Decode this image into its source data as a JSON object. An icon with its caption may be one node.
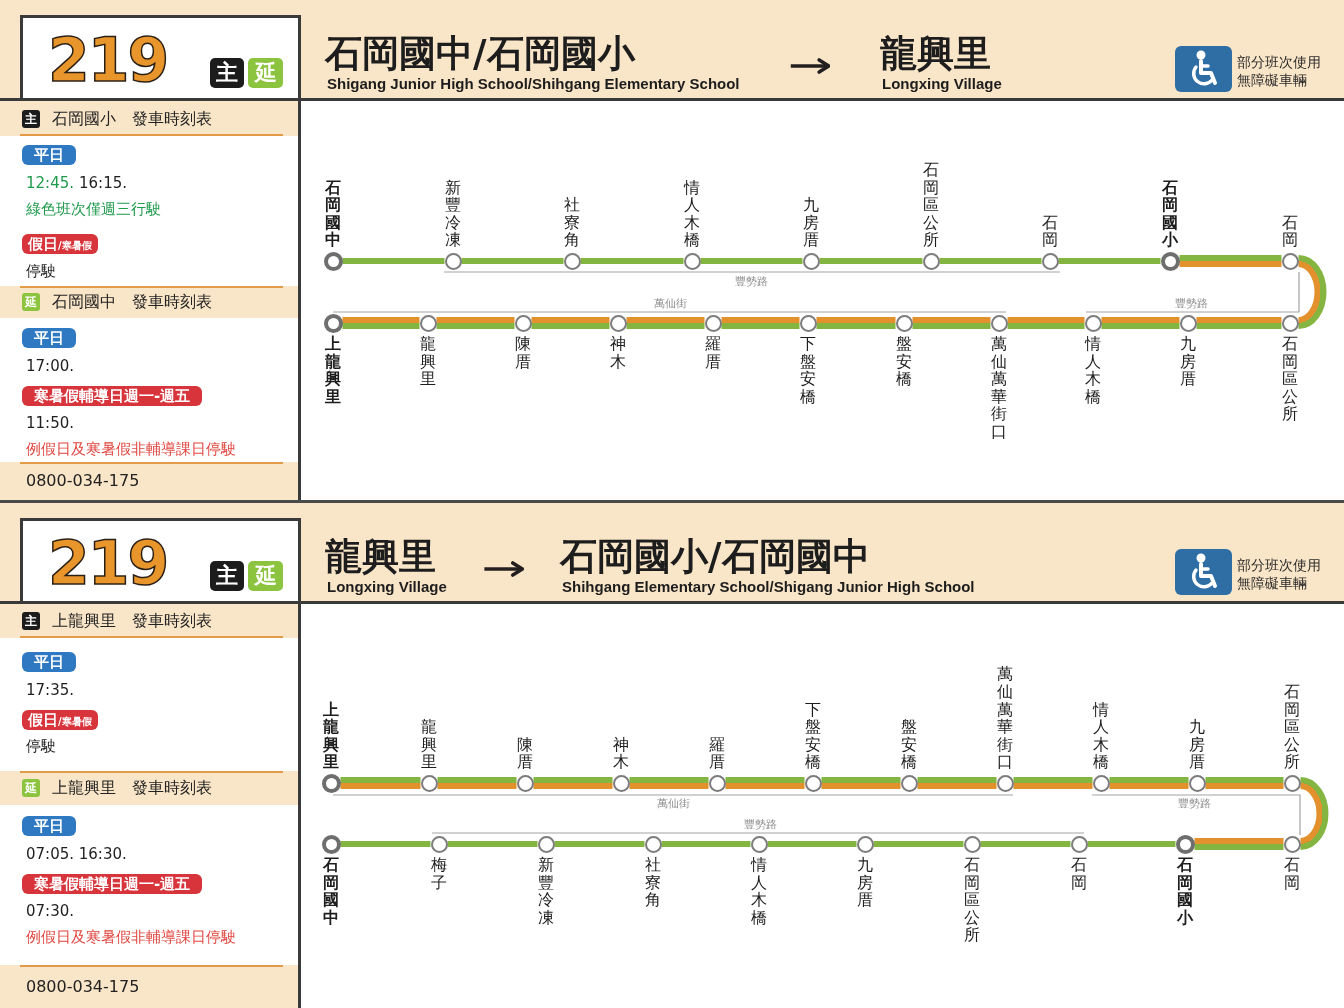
{
  "diagram": {
    "nodes": [
      {
        "text": [
          "219"
        ]
      },
      {
        "text": [
          "主"
        ],
        "in": 0
      },
      {
        "text": [
          "延"
        ],
        "in": 0
      },
      {
        "text": [
          "石岡國中/石岡國小",
          "Shigang Junior High School/Shihgang Elementary School"
        ]
      },
      {
        "text": [
          "龍興里",
          "Longxing Village"
        ]
      },
      {
        "text": [
          "石岡國小",
          "發車時刻表"
        ]
      },
      {
        "text": [
          "主"
        ],
        "in": 5
      },
      {
        "text": [
          "平日"
        ]
      },
      {
        "text": [
          "假日",
          "/寒暑假"
        ]
      },
      {
        "text": [
          "石岡國中",
          "發車時刻表"
        ]
      },
      {
        "text": [
          "延"
        ],
        "in": 9
      },
      {
        "text": [
          "平日"
        ]
      },
      {
        "text": [
          "寒暑假輔導日週一-週五"
        ]
      },
      {
        "text": [
          "0800-034-175"
        ]
      },
      {
        "text": [],
        "shape": "circle",
        "beside": [
          "石岡國中"
        ]
      },
      {
        "text": [],
        "shape": "circle",
        "beside": [
          "新豐冷凍"
        ]
      },
      {
        "text": [],
        "shape": "circle",
        "beside": [
          "社寮角"
        ]
      },
      {
        "text": [],
        "shape": "circle",
        "beside": [
          "情人木橋"
        ]
      },
      {
        "text": [],
        "shape": "circle",
        "beside": [
          "九房厝"
        ]
      },
      {
        "text": [],
        "shape": "circle",
        "beside": [
          "石岡區公所"
        ]
      },
      {
        "text": [],
        "shape": "circle",
        "beside": [
          "石岡"
        ]
      },
      {
        "text": [],
        "shape": "circle",
        "beside": [
          "石岡國小"
        ]
      },
      {
        "text": [],
        "shape": "circle",
        "beside": [
          "石岡"
        ]
      },
      {
        "text": [],
        "shape": "circle",
        "beside": [
          "上龍興里"
        ]
      },
      {
        "text": [],
        "shape": "circle",
        "beside": [
          "龍興里"
        ]
      },
      {
        "text": [],
        "shape": "circle",
        "beside": [
          "陳厝"
        ]
      },
      {
        "text": [],
        "shape": "circle",
        "beside": [
          "神木"
        ]
      },
      {
        "text": [],
        "shape": "circle",
        "beside": [
          "羅厝"
        ]
      },
      {
        "text": [],
        "shape": "circle",
        "beside": [
          "下盤安橋"
        ]
      },
      {
        "text": [],
        "shape": "circle",
        "beside": [
          "盤安橋"
        ]
      },
      {
        "text": [],
        "shape": "circle",
        "beside": [
          "萬仙萬華街口"
        ]
      },
      {
        "text": [],
        "shape": "circle",
        "beside": [
          "情人木橋"
        ]
      },
      {
        "text": [],
        "shape": "circle",
        "beside": [
          "九房厝"
        ]
      },
      {
        "text": [],
        "shape": "circle",
        "beside": [
          "石岡區公所"
        ]
      },
      {
        "text": [
          "219"
        ]
      },
      {
        "text": [
          "主"
        ],
        "in": 34
      },
      {
        "text": [
          "延"
        ],
        "in": 34
      },
      {
        "text": [
          "龍興里",
          "Longxing Village"
        ]
      },
      {
        "text": [
          "石岡國小/石岡國中",
          "Shihgang Elementary School/Shigang Junior High School"
        ]
      },
      {
        "text": [
          "上龍興里",
          "發車時刻表"
        ]
      },
      {
        "text": [
          "主"
        ],
        "in": 39
      },
      {
        "text": [
          "平日"
        ]
      },
      {
        "text": [
          "假日",
          "/寒暑假"
        ]
      },
      {
        "text": [
          "上龍興里",
          "發車時刻表"
        ]
      },
      {
        "text": [
          "延"
        ],
        "in": 43
      },
      {
        "text": [
          "平日"
        ]
      },
      {
        "text": [
          "寒暑假輔導日週一-週五"
        ]
      },
      {
        "text": [
          "0800-034-175"
        ]
      },
      {
        "text": [],
        "shape": "circle",
        "beside": [
          "上龍興里"
        ]
      },
      {
        "text": [],
        "shape": "circle",
        "beside": [
          "龍興里"
        ]
      },
      {
        "text": [],
        "shape": "circle",
        "beside": [
          "陳厝"
        ]
      },
      {
        "text": [],
        "shape": "circle",
        "beside": [
          "神木"
        ]
      },
      {
        "text": [],
        "shape": "circle",
        "beside": [
          "羅厝"
        ]
      },
      {
        "text": [],
        "shape": "circle",
        "beside": [
          "下盤安橋"
        ]
      },
      {
        "text": [],
        "shape": "circle",
        "beside": [
          "盤安橋"
        ]
      },
      {
        "text": [],
        "shape": "circle",
        "beside": [
          "萬仙萬華街口"
        ]
      },
      {
        "text": [],
        "shape": "circle",
        "beside": [
          "情人木橋"
        ]
      },
      {
        "text": [],
        "shape": "circle",
        "beside": [
          "九房厝"
        ]
      },
      {
        "text": [],
        "shape": "circle",
        "beside": [
          "石岡區公所"
        ]
      },
      {
        "text": [],
        "shape": "circle",
        "beside": [
          "石岡國中"
        ]
      },
      {
        "text": [],
        "shape": "circle",
        "beside": [
          "梅子"
        ]
      },
      {
        "text": [],
        "shape": "circle",
        "beside": [
          "新豐冷凍"
        ]
      },
      {
        "text": [],
        "shape": "circle",
        "beside": [
          "社寮角"
        ]
      },
      {
        "text": [],
        "shape": "circle",
        "beside": [
          "情人木橋"
        ]
      },
      {
        "text": [],
        "shape": "circle",
        "beside": [
          "九房厝"
        ]
      },
      {
        "text": [],
        "shape": "circle",
        "beside": [
          "石岡區公所"
        ]
      },
      {
        "text": [],
        "shape": "circle",
        "beside": [
          "石岡"
        ]
      },
      {
        "text": [],
        "shape": "circle",
        "beside": [
          "石岡國小"
        ]
      },
      {
        "text": [],
        "shape": "circle",
        "beside": [
          "石岡"
        ]
      }
    ],
    "edges": [
      {
        "from": 3,
        "to": 4,
        "arrow": "to",
        "color": "#231f20"
      },
      {
        "from": 14,
        "to": 15,
        "arrow": "none"
      },
      {
        "from": 15,
        "to": 16,
        "arrow": "none"
      },
      {
        "from": 16,
        "to": 17,
        "arrow": "none"
      },
      {
        "from": 17,
        "to": 18,
        "arrow": "none"
      },
      {
        "from": 18,
        "to": 19,
        "arrow": "none"
      },
      {
        "from": 19,
        "to": 20,
        "arrow": "none"
      },
      {
        "from": 20,
        "to": 21,
        "arrow": "none"
      },
      {
        "from": 21,
        "to": 22,
        "arrow": "none",
        "style": "thick"
      },
      {
        "from": 22,
        "to": 33,
        "arrow": "none",
        "style": "thick"
      },
      {
        "from": 33,
        "to": 32,
        "arrow": "none",
        "style": "thick"
      },
      {
        "from": 32,
        "to": 31,
        "arrow": "none",
        "style": "thick"
      },
      {
        "from": 31,
        "to": 30,
        "arrow": "none",
        "style": "thick"
      },
      {
        "from": 30,
        "to": 29,
        "arrow": "none",
        "style": "thick"
      },
      {
        "from": 29,
        "to": 28,
        "arrow": "none",
        "style": "thick"
      },
      {
        "from": 28,
        "to": 27,
        "arrow": "none",
        "style": "thick"
      },
      {
        "from": 27,
        "to": 26,
        "arrow": "none",
        "style": "thick"
      },
      {
        "from": 26,
        "to": 25,
        "arrow": "none",
        "style": "thick"
      },
      {
        "from": 25,
        "to": 24,
        "arrow": "none",
        "style": "thick"
      },
      {
        "from": 24,
        "to": 23,
        "arrow": "none",
        "style": "thick"
      },
      {
        "from": 37,
        "to": 38,
        "arrow": "to",
        "color": "#231f20"
      },
      {
        "from": 48,
        "to": 49,
        "arrow": "none",
        "style": "thick"
      },
      {
        "from": 49,
        "to": 50,
        "arrow": "none",
        "style": "thick"
      },
      {
        "from": 50,
        "to": 51,
        "arrow": "none",
        "style": "thick"
      },
      {
        "from": 51,
        "to": 52,
        "arrow": "none",
        "style": "thick"
      },
      {
        "from": 52,
        "to": 53,
        "arrow": "none",
        "style": "thick"
      },
      {
        "from": 53,
        "to": 54,
        "arrow": "none",
        "style": "thick"
      },
      {
        "from": 54,
        "to": 55,
        "arrow": "none",
        "style": "thick"
      },
      {
        "from": 55,
        "to": 56,
        "arrow": "none",
        "style": "thick"
      },
      {
        "from": 56,
        "to": 57,
        "arrow": "none",
        "style": "thick"
      },
      {
        "from": 57,
        "to": 58,
        "arrow": "none",
        "style": "thick"
      },
      {
        "from": 58,
        "to": 68,
        "arrow": "none",
        "style": "thick"
      },
      {
        "from": 68,
        "to": 67,
        "arrow": "none",
        "style": "thick"
      },
      {
        "from": 67,
        "to": 66,
        "arrow": "none"
      },
      {
        "from": 66,
        "to": 65,
        "arrow": "none"
      },
      {
        "from": 65,
        "to": 64,
        "arrow": "none"
      },
      {
        "from": 64,
        "to": 63,
        "arrow": "none"
      },
      {
        "from": 63,
        "to": 62,
        "arrow": "none"
      },
      {
        "from": 62,
        "to": 61,
        "arrow": "none"
      },
      {
        "from": 61,
        "to": 60,
        "arrow": "none"
      },
      {
        "from": 60,
        "to": 59,
        "arrow": "none"
      }
    ],
    "labels": [
      "部分班次使用無障礙車輛",
      "12:45.",
      "16:15.",
      "綠色班次僅週三行駛",
      "停駛",
      "17:00.",
      "11:50.",
      "例假日及寒暑假非輔導課日停駛",
      "豐勢路",
      "萬仙街",
      "豐勢路",
      "部分班次使用無障礙車輛",
      "17:35.",
      "停駛",
      "07:05. 16:30.",
      "07:30.",
      "例假日及寒暑假非輔導課日停駛",
      "萬仙街",
      "豐勢路",
      "豐勢路"
    ]
  }
}
